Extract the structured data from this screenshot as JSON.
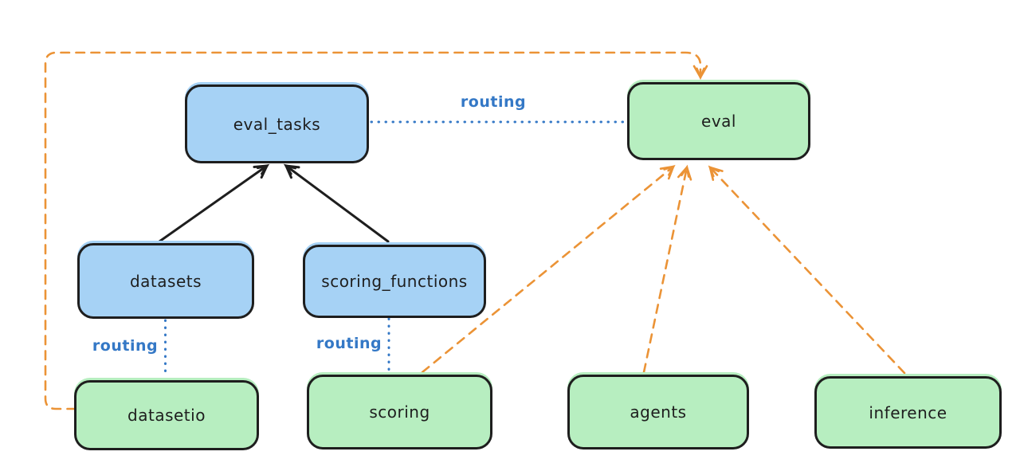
{
  "colors": {
    "background": "#ffffff",
    "node-border": "#1e1e1e",
    "text": "#1e1e1e",
    "blue-fill": "#a6d2f5",
    "green-fill": "#b7eec0",
    "routing-blue": "#3478c6",
    "arrow-black": "#1e1e1e",
    "arrow-orange": "#eb9336"
  },
  "nodes": [
    {
      "id": "eval_tasks",
      "label": "eval_tasks",
      "color": "blue"
    },
    {
      "id": "eval",
      "label": "eval",
      "color": "green"
    },
    {
      "id": "datasets",
      "label": "datasets",
      "color": "blue"
    },
    {
      "id": "scoring_functions",
      "label": "scoring_functions",
      "color": "blue"
    },
    {
      "id": "datasetio",
      "label": "datasetio",
      "color": "green"
    },
    {
      "id": "scoring",
      "label": "scoring",
      "color": "green"
    },
    {
      "id": "agents",
      "label": "agents",
      "color": "green"
    },
    {
      "id": "inference",
      "label": "inference",
      "color": "green"
    }
  ],
  "edges": [
    {
      "from": "datasets",
      "to": "eval_tasks",
      "style": "solid-black-arrow",
      "label": ""
    },
    {
      "from": "scoring_functions",
      "to": "eval_tasks",
      "style": "solid-black-arrow",
      "label": ""
    },
    {
      "from": "eval_tasks",
      "to": "eval",
      "style": "dotted-blue",
      "label": "routing"
    },
    {
      "from": "datasets",
      "to": "datasetio",
      "style": "dotted-blue",
      "label": "routing"
    },
    {
      "from": "scoring_functions",
      "to": "scoring",
      "style": "dotted-blue",
      "label": "routing"
    },
    {
      "from": "datasetio",
      "to": "eval",
      "style": "dashed-orange-arrow",
      "label": ""
    },
    {
      "from": "scoring",
      "to": "eval",
      "style": "dashed-orange-arrow",
      "label": ""
    },
    {
      "from": "agents",
      "to": "eval",
      "style": "dashed-orange-arrow",
      "label": ""
    },
    {
      "from": "inference",
      "to": "eval",
      "style": "dashed-orange-arrow",
      "label": ""
    }
  ]
}
